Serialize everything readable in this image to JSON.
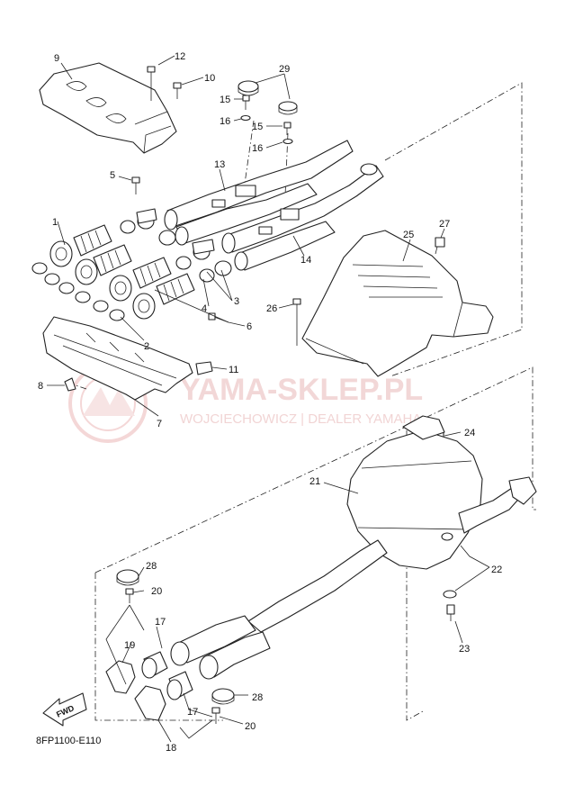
{
  "diagram_code": "8FP1100-E110",
  "direction_label": "FWD",
  "watermark": {
    "line1": "YAMA-SKLEP.PL",
    "line2": "WOJCIECHOWICZ | DEALER YAMAHA"
  },
  "callouts": [
    {
      "id": "c9",
      "label": "9"
    },
    {
      "id": "c12",
      "label": "12"
    },
    {
      "id": "c10",
      "label": "10"
    },
    {
      "id": "c29",
      "label": "29"
    },
    {
      "id": "c15a",
      "label": "15"
    },
    {
      "id": "c16a",
      "label": "16"
    },
    {
      "id": "c15b",
      "label": "15"
    },
    {
      "id": "c16b",
      "label": "16"
    },
    {
      "id": "c5",
      "label": "5"
    },
    {
      "id": "c13",
      "label": "13"
    },
    {
      "id": "c1",
      "label": "1"
    },
    {
      "id": "c27",
      "label": "27"
    },
    {
      "id": "c25",
      "label": "25"
    },
    {
      "id": "c14",
      "label": "14"
    },
    {
      "id": "c3",
      "label": "3"
    },
    {
      "id": "c4",
      "label": "4"
    },
    {
      "id": "c26",
      "label": "26"
    },
    {
      "id": "c6",
      "label": "6"
    },
    {
      "id": "c2",
      "label": "2"
    },
    {
      "id": "c11",
      "label": "11"
    },
    {
      "id": "c8",
      "label": "8"
    },
    {
      "id": "c7",
      "label": "7"
    },
    {
      "id": "c24",
      "label": "24"
    },
    {
      "id": "c21",
      "label": "21"
    },
    {
      "id": "c22",
      "label": "22"
    },
    {
      "id": "c28a",
      "label": "28"
    },
    {
      "id": "c20a",
      "label": "20"
    },
    {
      "id": "c17a",
      "label": "17"
    },
    {
      "id": "c23",
      "label": "23"
    },
    {
      "id": "c19",
      "label": "19"
    },
    {
      "id": "c28b",
      "label": "28"
    },
    {
      "id": "c17b",
      "label": "17"
    },
    {
      "id": "c20b",
      "label": "20"
    },
    {
      "id": "c18",
      "label": "18"
    }
  ]
}
